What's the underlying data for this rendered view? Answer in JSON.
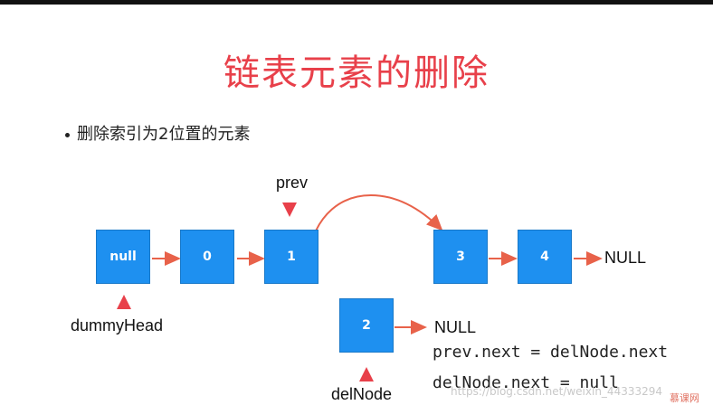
{
  "slide": {
    "title": "链表元素的删除",
    "bullet": "删除索引为2位置的元素"
  },
  "nodes": [
    {
      "id": "dummy",
      "value": "null"
    },
    {
      "id": "n0",
      "value": "0"
    },
    {
      "id": "n1",
      "value": "1"
    },
    {
      "id": "n3",
      "value": "3"
    },
    {
      "id": "n4",
      "value": "4"
    },
    {
      "id": "n2",
      "value": "2"
    }
  ],
  "labels": {
    "prev": "prev",
    "dummy_head": "dummyHead",
    "del_node": "delNode",
    "null_main": "NULL",
    "null_del": "NULL"
  },
  "code": {
    "line1": "prev.next = delNode.next",
    "line2": "delNode.next = null"
  },
  "watermark": {
    "csdn": "https://blog.csdn.net/weixin_44333294",
    "brand": "慕课网"
  },
  "colors": {
    "node_fill": "#1e90f0",
    "arrow": "#e8624a",
    "marker": "#e8404a",
    "title": "#e8404a"
  }
}
